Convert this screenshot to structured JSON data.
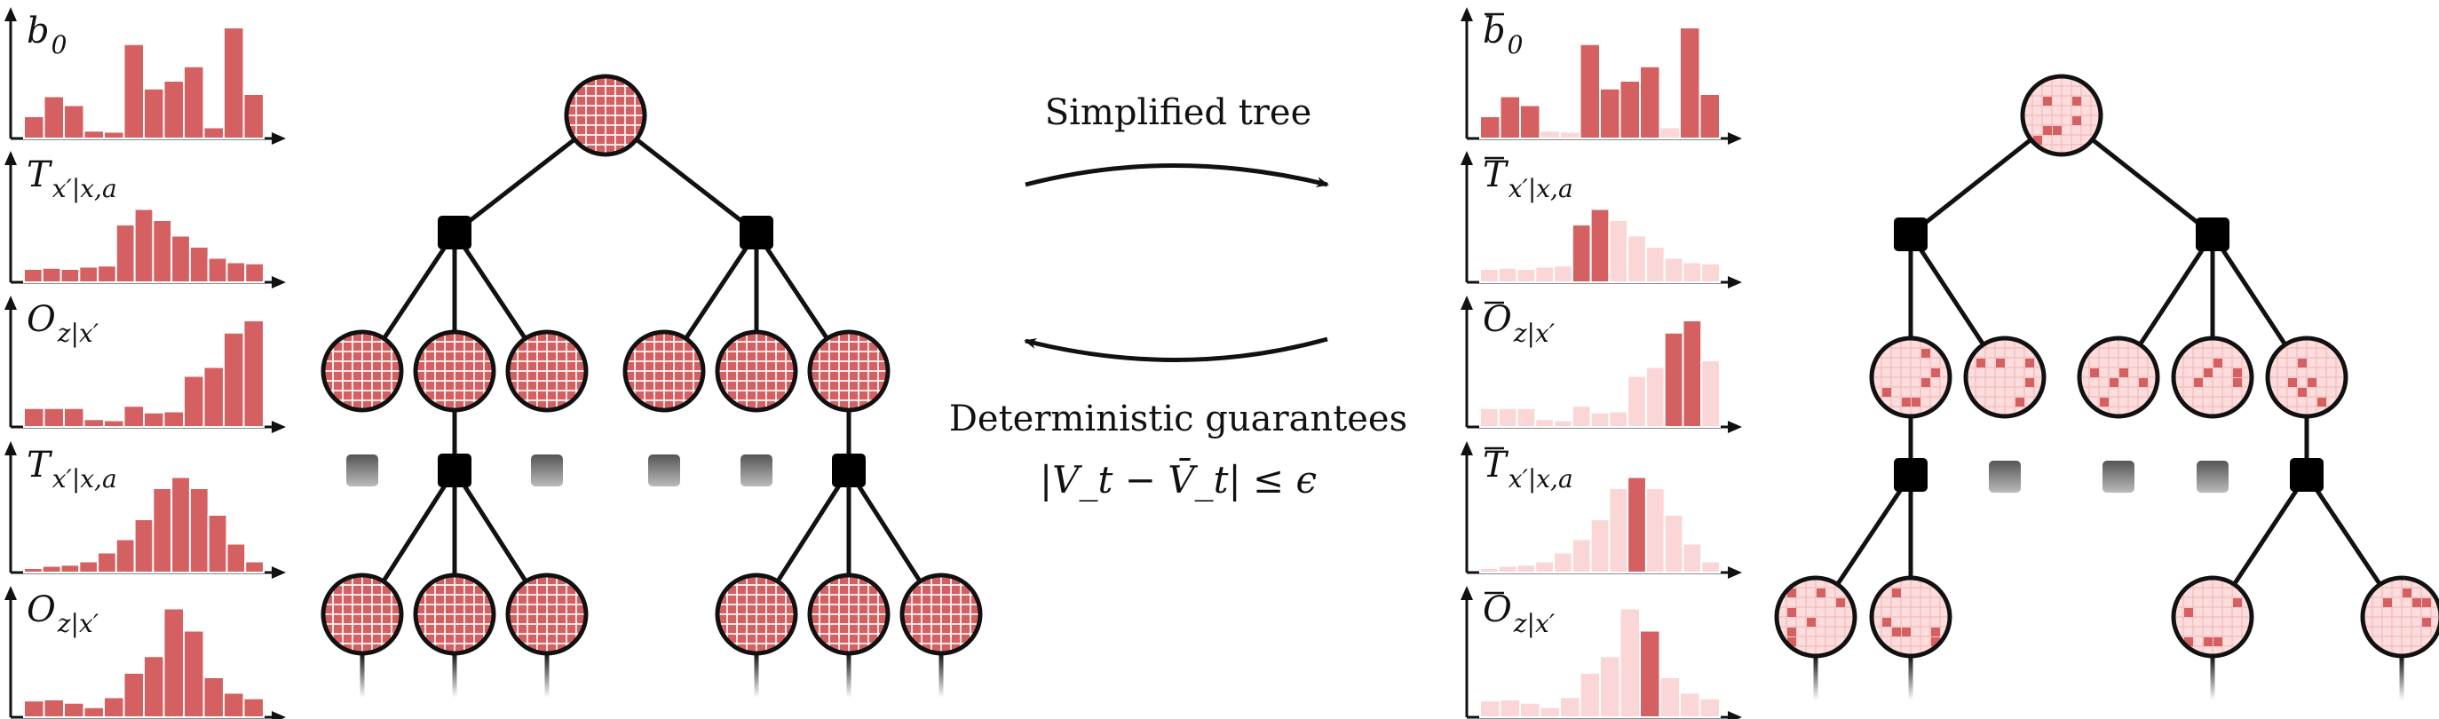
{
  "colors": {
    "full": "#d46062",
    "full_stroke": "#ffffff",
    "light": "#fbd6d7",
    "node_light": "#fcdcdc",
    "node_dark": "#d46062",
    "action": "#000000",
    "edge": "#111111"
  },
  "middle": {
    "top_caption": "Simplified tree",
    "bottom_caption": "Deterministic guarantees",
    "formula": "|V_t − V̄_t| ≤ ϵ"
  },
  "left_histograms": [
    {
      "label": "b",
      "sub": "0",
      "bar": false,
      "values": [
        0.2,
        0.38,
        0.3,
        0.07,
        0.06,
        0.85,
        0.45,
        0.52,
        0.65,
        0.1,
        1.0,
        0.4
      ]
    },
    {
      "label": "T",
      "sub": "x′|x,a",
      "bar": false,
      "values": [
        0.12,
        0.13,
        0.12,
        0.14,
        0.15,
        0.52,
        0.66,
        0.56,
        0.42,
        0.32,
        0.22,
        0.18,
        0.17
      ]
    },
    {
      "label": "O",
      "sub": "z|x′",
      "bar": false,
      "values": [
        0.17,
        0.17,
        0.17,
        0.07,
        0.06,
        0.19,
        0.13,
        0.14,
        0.46,
        0.54,
        0.85,
        0.96
      ]
    },
    {
      "label": "T",
      "sub": "x′|x,a",
      "bar": false,
      "values": [
        0.04,
        0.06,
        0.07,
        0.1,
        0.18,
        0.3,
        0.48,
        0.76,
        0.86,
        0.76,
        0.52,
        0.26,
        0.1
      ]
    },
    {
      "label": "O",
      "sub": "z|x′",
      "bar": false,
      "values": [
        0.15,
        0.16,
        0.13,
        0.09,
        0.18,
        0.4,
        0.55,
        0.98,
        0.78,
        0.36,
        0.22,
        0.17
      ]
    }
  ],
  "right_histograms": [
    {
      "label": "b",
      "sub": "0",
      "bar": true,
      "values": [
        0.2,
        0.38,
        0.3,
        0.07,
        0.06,
        0.85,
        0.45,
        0.52,
        0.65,
        0.1,
        1.0,
        0.4
      ],
      "dark": [
        1,
        1,
        1,
        0,
        0,
        1,
        1,
        1,
        1,
        0,
        1,
        1
      ]
    },
    {
      "label": "T",
      "sub": "x′|x,a",
      "bar": true,
      "values": [
        0.12,
        0.13,
        0.12,
        0.14,
        0.15,
        0.52,
        0.66,
        0.56,
        0.42,
        0.32,
        0.22,
        0.18,
        0.17
      ],
      "dark": [
        0,
        0,
        0,
        0,
        0,
        1,
        1,
        0,
        0,
        0,
        0,
        0,
        0
      ]
    },
    {
      "label": "O",
      "sub": "z|x′",
      "bar": true,
      "values": [
        0.17,
        0.17,
        0.17,
        0.07,
        0.06,
        0.19,
        0.13,
        0.14,
        0.46,
        0.54,
        0.85,
        0.96,
        0.6
      ],
      "dark": [
        0,
        0,
        0,
        0,
        0,
        0,
        0,
        0,
        0,
        0,
        1,
        1,
        0
      ]
    },
    {
      "label": "T",
      "sub": "x′|x,a",
      "bar": true,
      "values": [
        0.04,
        0.06,
        0.07,
        0.1,
        0.18,
        0.3,
        0.48,
        0.76,
        0.86,
        0.76,
        0.52,
        0.26,
        0.1
      ],
      "dark": [
        0,
        0,
        0,
        0,
        0,
        0,
        0,
        0,
        1,
        0,
        0,
        0,
        0
      ]
    },
    {
      "label": "O",
      "sub": "z|x′",
      "bar": true,
      "values": [
        0.15,
        0.16,
        0.13,
        0.09,
        0.18,
        0.4,
        0.55,
        0.98,
        0.78,
        0.36,
        0.22,
        0.17
      ],
      "dark": [
        0,
        0,
        0,
        0,
        0,
        0,
        0,
        0,
        1,
        0,
        0,
        0
      ]
    }
  ],
  "left_tree": {
    "style": "grid"
  },
  "right_tree": {
    "style": "sparse"
  }
}
